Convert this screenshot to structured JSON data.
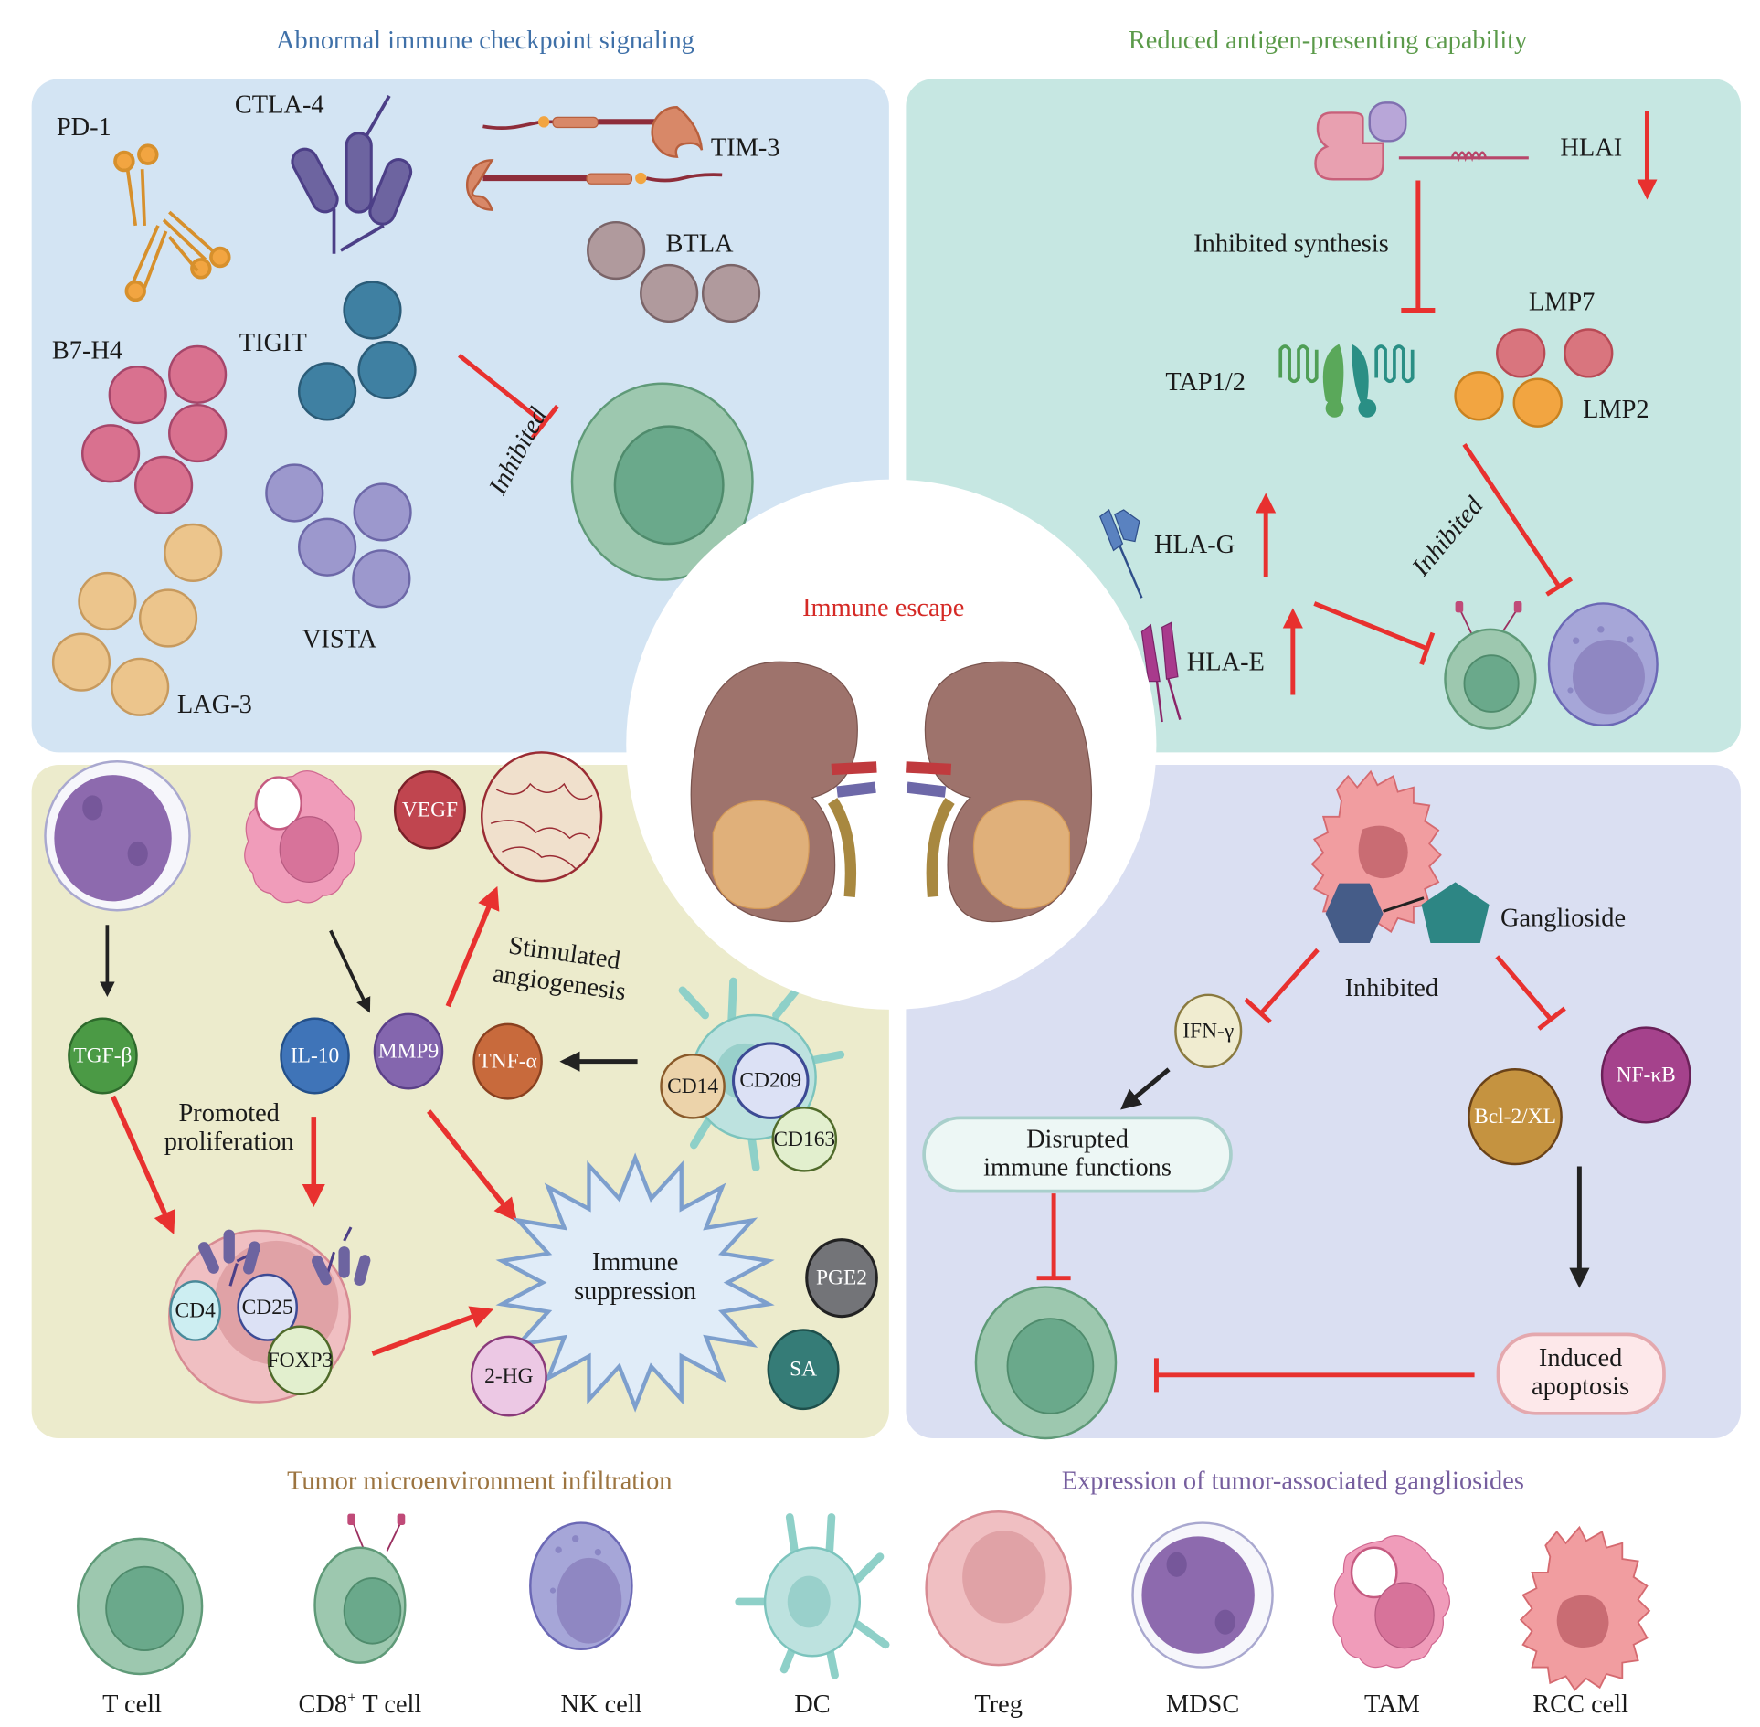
{
  "colors": {
    "panel_checkpoint": "#d3e4f3",
    "panel_antigen": "#c6e7e2",
    "panel_tme": "#ecebcc",
    "panel_ganglioside": "#dadff2",
    "title_checkpoint": "#3f70a8",
    "title_antigen": "#5b9a4a",
    "title_tme": "#9c7440",
    "title_ganglioside": "#765e9e",
    "center_title": "#d52a26",
    "inhibit_red": "#e8312f",
    "arrow_black": "#222222"
  },
  "center": {
    "title": "Immune escape"
  },
  "panels": {
    "checkpoint": {
      "title": "Abnormal immune checkpoint signaling",
      "labels": {
        "pd1": "PD-1",
        "ctla4": "CTLA-4",
        "tim3": "TIM-3",
        "btla": "BTLA",
        "b7h4": "B7-H4",
        "tigit": "TIGIT",
        "vista": "VISTA",
        "lag3": "LAG-3"
      },
      "inhibited_label": "Inhibited"
    },
    "antigen": {
      "title": "Reduced antigen-presenting capability",
      "labels": {
        "hlai": "HLAI",
        "inhibited_synthesis": "Inhibited synthesis",
        "tap": "TAP1/2",
        "lmp7": "LMP7",
        "lmp2": "LMP2",
        "hlag": "HLA-G",
        "hlae": "HLA-E"
      },
      "inhibited_label": "Inhibited"
    },
    "tme": {
      "title": "Tumor microenvironment infiltration",
      "molecules": {
        "vegf": "VEGF",
        "tgfb": "TGF-β",
        "il10": "IL-10",
        "mmp9": "MMP9",
        "tnfa": "TNF-α",
        "cd14": "CD14",
        "cd209": "CD209",
        "cd163": "CD163",
        "cd4": "CD4",
        "cd25": "CD25",
        "foxp3": "FOXP3",
        "hg2": "2-HG",
        "pge2": "PGE2",
        "sa": "SA"
      },
      "angiogenesis_line1": "Stimulated",
      "angiogenesis_line2": "angiogenesis",
      "proliferation_line1": "Promoted",
      "proliferation_line2": "proliferation",
      "suppression_line1": "Immune",
      "suppression_line2": "suppression"
    },
    "ganglioside": {
      "title": "Expression of tumor-associated gangliosides",
      "ganglioside_label": "Ganglioside",
      "inhibited_label": "Inhibited",
      "ifng": "IFN-γ",
      "nfkb": "NF-κB",
      "bcl": "Bcl-2/XL",
      "disrupted_line1": "Disrupted",
      "disrupted_line2": "immune functions",
      "apoptosis_line1": "Induced",
      "apoptosis_line2": "apoptosis"
    }
  },
  "legend": [
    {
      "label": "T cell",
      "icon": "t-cell"
    },
    {
      "label": "CD8",
      "sup": "+",
      "label_suffix": " T cell",
      "icon": "cd8-t-cell"
    },
    {
      "label": "NK cell",
      "icon": "nk-cell"
    },
    {
      "label": "DC",
      "icon": "dendritic-cell"
    },
    {
      "label": "Treg",
      "icon": "treg-cell"
    },
    {
      "label": "MDSC",
      "icon": "mdsc-cell"
    },
    {
      "label": "TAM",
      "icon": "tam-cell"
    },
    {
      "label": "RCC cell",
      "icon": "rcc-cell"
    }
  ]
}
